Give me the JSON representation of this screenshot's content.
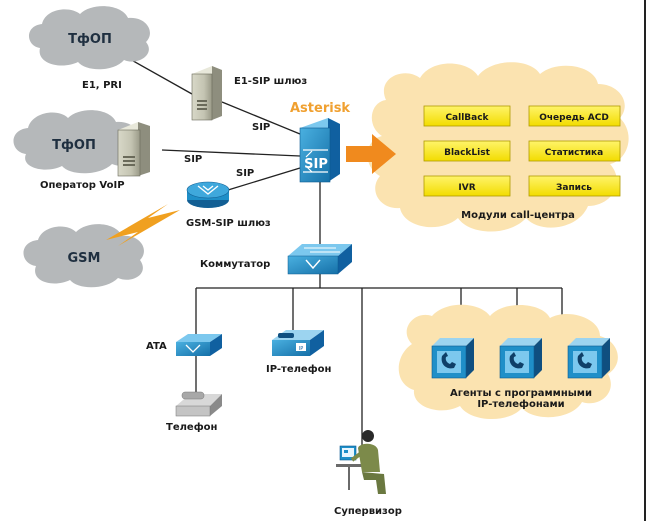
{
  "clouds": {
    "tfop_top": "ТфОП",
    "tfop_mid": "ТфОП",
    "gsm": "GSM"
  },
  "labels": {
    "e1_pri": "E1, PRI",
    "e1_sip_gateway": "E1-SIP шлюз",
    "operator_voip": "Оператор VoIP",
    "gsm_sip_gateway": "GSM-SIP шлюз",
    "sip_1": "SIP",
    "sip_2": "SIP",
    "sip_3": "SIP",
    "asterisk": "Asterisk",
    "sip_box": "SIP",
    "switch": "Коммутатор",
    "ata": "ATA",
    "ip_phone": "IP-телефон",
    "phone": "Телефон",
    "supervisor": "Супервизор",
    "agents_line1": "Агенты с программными",
    "agents_line2": "IP-телефонами"
  },
  "modules": {
    "title": "Модули call-центра",
    "items": [
      "CallBack",
      "Очередь ACD",
      "BlackList",
      "Статистика",
      "IVR",
      "Запись"
    ]
  },
  "colors": {
    "cloud_gray": "#b5b8ba",
    "cloud_cream": "#fbe3b0",
    "module_yellow": "#ffee00",
    "arrow_orange": "#f08a1e",
    "asterisk_orange": "#f0a030",
    "device_blue": "#1f8fc8",
    "lightning": "#f0a020"
  }
}
